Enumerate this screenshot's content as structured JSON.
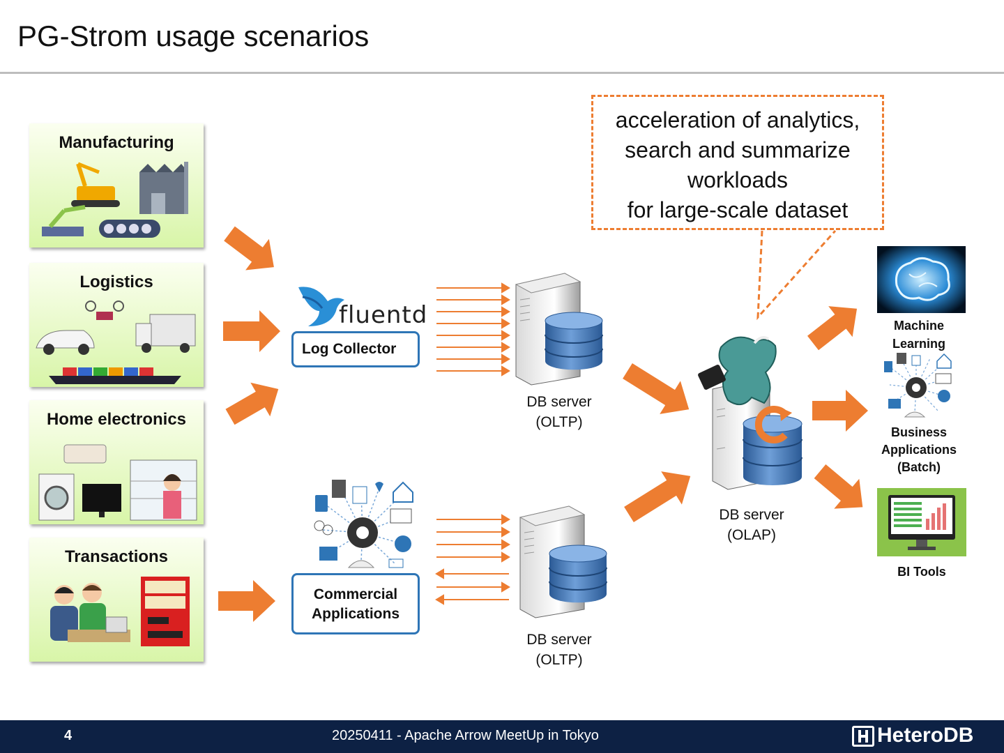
{
  "title": "PG-Strom usage scenarios",
  "sectors": [
    {
      "label": "Manufacturing"
    },
    {
      "label": "Logistics"
    },
    {
      "label": "Home electronics"
    },
    {
      "label": "Transactions"
    }
  ],
  "callout": {
    "lines": [
      "acceleration of analytics,",
      "search and summarize",
      "workloads",
      "for large-scale dataset"
    ]
  },
  "fluentd": {
    "logo_text": "fluentd",
    "box_label": "Log Collector"
  },
  "commercial": {
    "line1": "Commercial",
    "line2": "Applications"
  },
  "db_oltp_1": {
    "line1": "DB server",
    "line2": "(OLTP)"
  },
  "db_oltp_2": {
    "line1": "DB server",
    "line2": "(OLTP)"
  },
  "db_olap": {
    "line1": "DB server",
    "line2": "(OLAP)"
  },
  "outputs": {
    "ml": {
      "line1": "Machine",
      "line2": "Learning"
    },
    "biz": {
      "line1": "Business",
      "line2": "Applications",
      "line3": "(Batch)"
    },
    "bi": {
      "line1": "BI Tools"
    }
  },
  "footer": {
    "page_number": "4",
    "event": "20250411 - Apache Arrow MeetUp in Tokyo",
    "brand": "HeteroDB"
  },
  "colors": {
    "arrow": "#ed7d31",
    "box_border": "#2e75b6",
    "footer_bg": "#0d2144",
    "db_blue": "#3a6fb0"
  }
}
